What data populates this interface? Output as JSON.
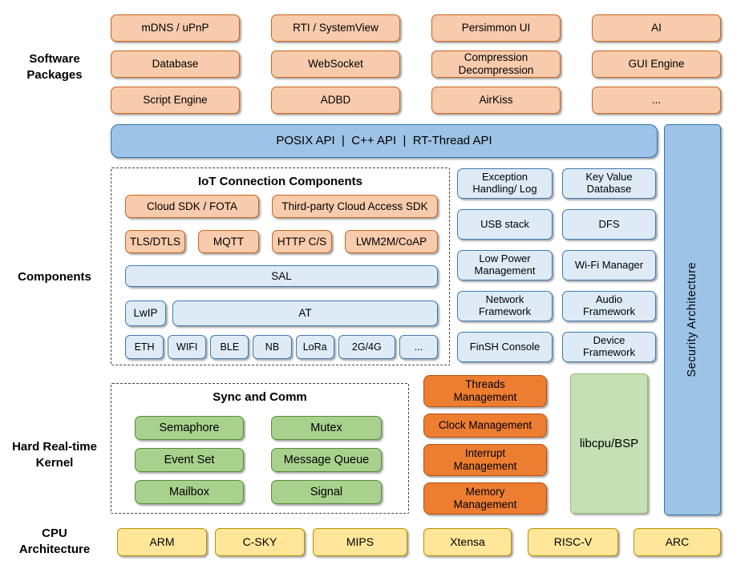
{
  "side_labels": {
    "software_packages": "Software Packages",
    "components": "Components",
    "kernel": "Hard Real-time Kernel",
    "cpu": "CPU Architecture"
  },
  "software_packages": {
    "items": [
      "mDNS / uPnP",
      "RTI / SystemView",
      "Persimmon UI",
      "AI",
      "Database",
      "WebSocket",
      "Compression\nDecompression",
      "GUI Engine",
      "Script Engine",
      "ADBD",
      "AirKiss",
      "..."
    ]
  },
  "api_bar": {
    "label": "POSIX API  |  C++ API  |  RT-Thread API"
  },
  "security_bar": {
    "label": "Security Architecture"
  },
  "iot": {
    "title": "IoT Connection Components",
    "cloud_sdk": "Cloud SDK / FOTA",
    "third_party": "Third-party Cloud Access SDK",
    "protocols": [
      "TLS/DTLS",
      "MQTT",
      "HTTP C/S",
      "LWM2M/CoAP"
    ],
    "sal": "SAL",
    "lwip": "LwIP",
    "at": "AT",
    "links": [
      "ETH",
      "WIFI",
      "BLE",
      "NB",
      "LoRa",
      "2G/4G",
      "..."
    ]
  },
  "components_grid": {
    "items": [
      "Exception\nHandling/ Log",
      "Key Value\nDatabase",
      "USB stack",
      "DFS",
      "Low Power\nManagement",
      "Wi-Fi Manager",
      "Network\nFramework",
      "Audio\nFramework",
      "FinSH Console",
      "Device\nFramework"
    ]
  },
  "kernel": {
    "sync_title": "Sync and Comm",
    "sync_items": [
      "Semaphore",
      "Mutex",
      "Event Set",
      "Message Queue",
      "Mailbox",
      "Signal"
    ],
    "management": [
      "Threads\nManagement",
      "Clock Management",
      "Interrupt\nManagement",
      "Memory\nManagement"
    ],
    "libcpu": "libcpu/BSP"
  },
  "cpu_arch": {
    "items": [
      "ARM",
      "C-SKY",
      "MIPS",
      "Xtensa",
      "RISC-V",
      "ARC"
    ]
  }
}
